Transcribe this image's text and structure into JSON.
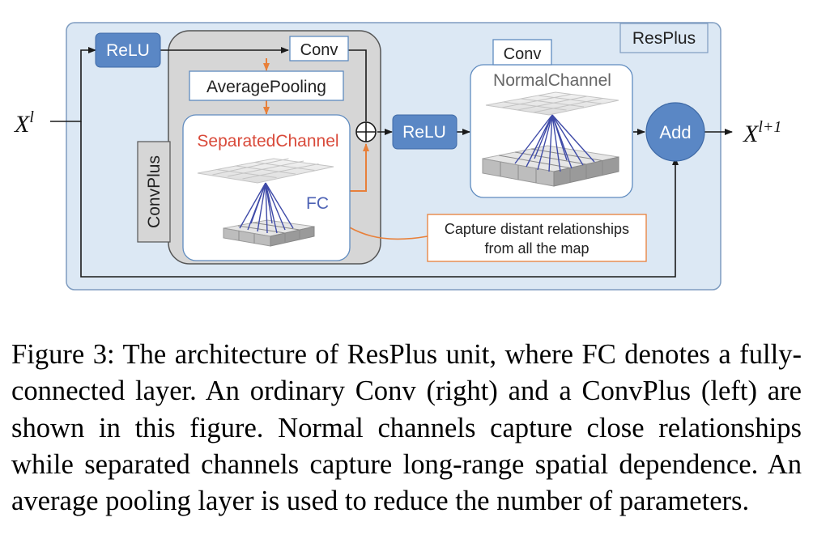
{
  "diagram": {
    "input_label": "X",
    "input_sup": "l",
    "output_label": "X",
    "output_sup": "l+1",
    "resplus_label": "ResPlus",
    "convplus_label": "ConvPlus",
    "relu_first_label": "ReLU",
    "relu_second_label": "ReLU",
    "conv_top_label": "Conv",
    "average_pooling_label": "AveragePooling",
    "separated_channel_label": "SeparatedChannel",
    "fc_label": "FC",
    "conv_right_label": "Conv",
    "normal_channel_label": "NormalChannel",
    "add_label": "Add",
    "annotation_line1": "Capture distant relationships",
    "annotation_line2": "from all the map",
    "colors": {
      "outer_panel": "#dce8f4",
      "outer_border": "#7e9cc0",
      "convplus_panel": "#d6d6d6",
      "blue_box": "#5a87c5",
      "orange": "#e8803a",
      "red_text": "#d94a3a",
      "fc_text": "#4e63b5",
      "white_box_border": "#5f8bbf",
      "line_dark": "#1a1a1a"
    }
  },
  "caption": "Figure 3: The architecture of ResPlus unit, where FC denotes a fully-connected layer. An ordinary Conv (right) and a ConvPlus (left) are shown in this figure. Normal channels capture close relationships while separated channels capture long-range spatial dependence. An average pooling layer is used to reduce the number of parameters."
}
